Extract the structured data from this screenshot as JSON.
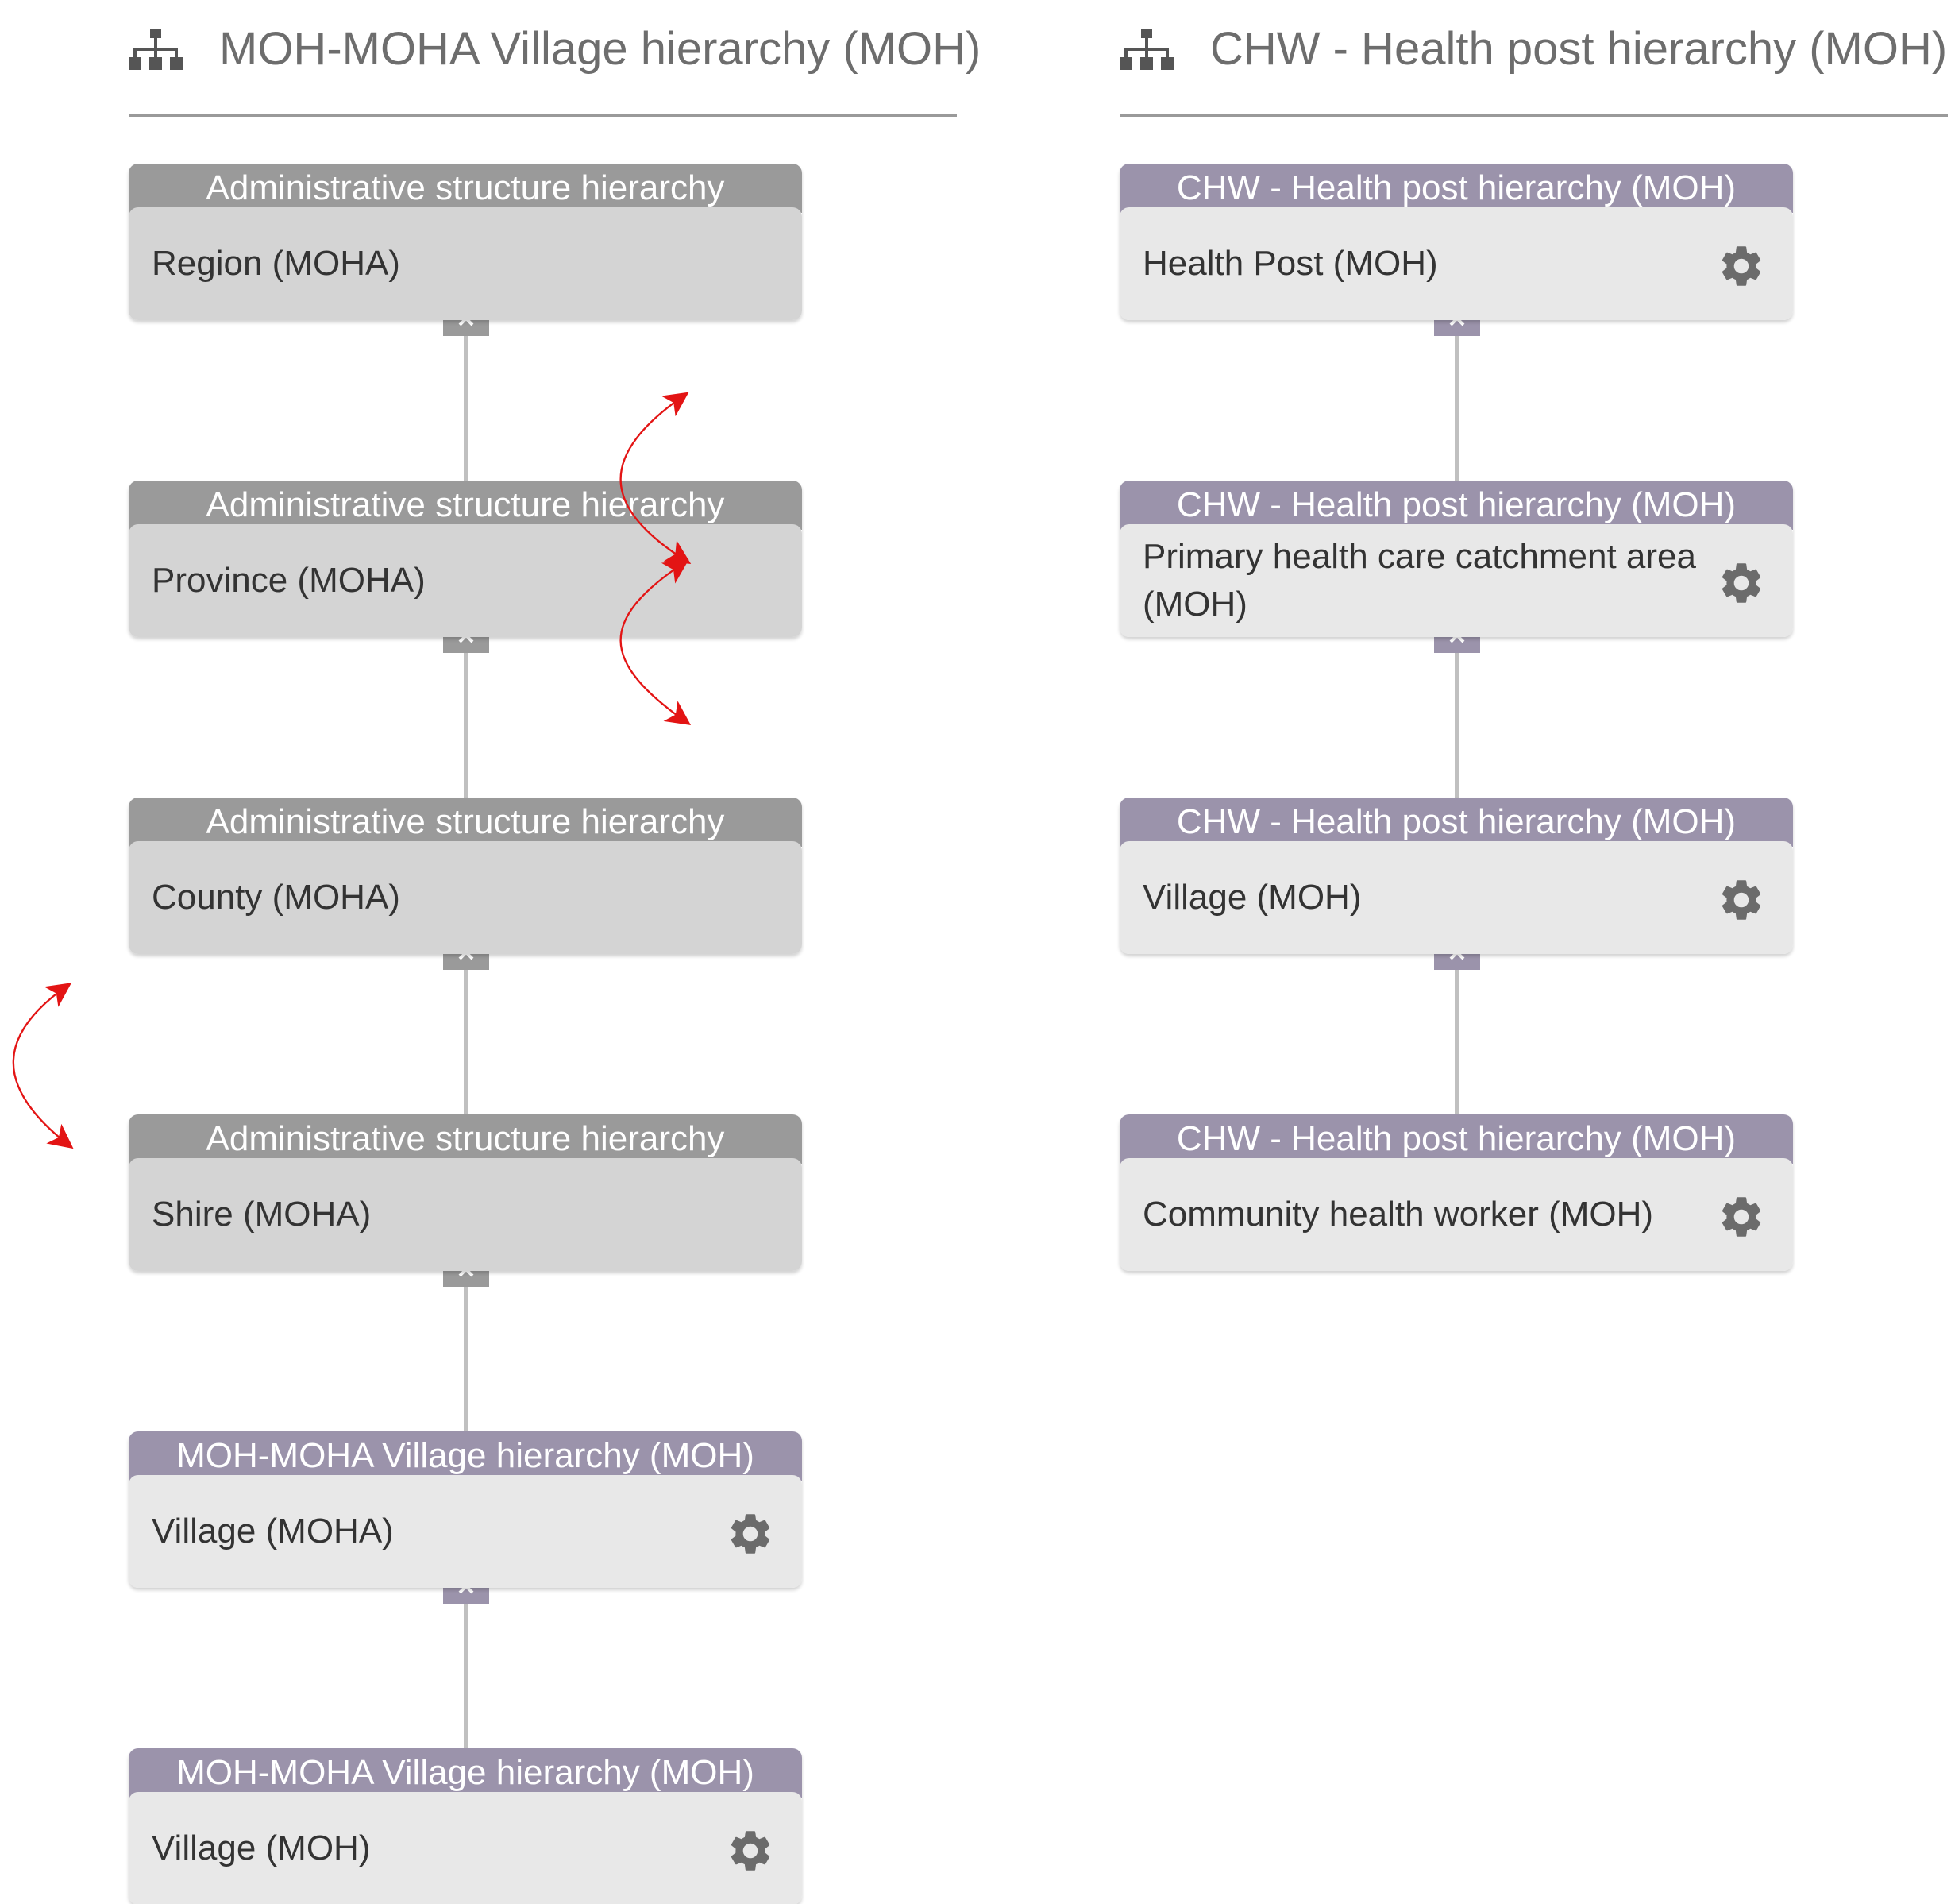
{
  "colors": {
    "admin_tab": "#9a9a9a",
    "admin_body": "#d4d4d4",
    "moh_tab": "#9b93ab",
    "moh_body": "#e8e8e8",
    "arrow": "#e31414",
    "header_text": "#6d6d6d"
  },
  "left_column": {
    "icon": "hierarchy-icon",
    "title": "MOH-MOHA Village hierarchy (MOH)",
    "nodes": [
      {
        "tab": "Administrative structure hierarchy",
        "label": "Region (MOHA)"
      },
      {
        "tab": "Administrative structure hierarchy",
        "label": "Province (MOHA)"
      },
      {
        "tab": "Administrative structure hierarchy",
        "label": "County (MOHA)"
      },
      {
        "tab": "Administrative structure hierarchy",
        "label": "Shire (MOHA)"
      },
      {
        "tab": "MOH-MOHA Village hierarchy (MOH)",
        "label": "Village (MOHA)",
        "icon": "gear-icon"
      },
      {
        "tab": "MOH-MOHA Village hierarchy (MOH)",
        "label": "Village (MOH)",
        "icon": "gear-icon"
      }
    ]
  },
  "right_column": {
    "icon": "hierarchy-icon",
    "title": "CHW - Health post hierarchy (MOH)",
    "nodes": [
      {
        "tab": "CHW - Health post hierarchy (MOH)",
        "label": "Health Post (MOH)",
        "icon": "gear-icon"
      },
      {
        "tab": "CHW - Health post hierarchy (MOH)",
        "label": "Primary health care catchment area (MOH)",
        "icon": "gear-icon"
      },
      {
        "tab": "CHW - Health post hierarchy (MOH)",
        "label": "Village (MOH)",
        "icon": "gear-icon"
      },
      {
        "tab": "CHW - Health post hierarchy (MOH)",
        "label": "Community health worker (MOH)",
        "icon": "gear-icon"
      }
    ]
  }
}
